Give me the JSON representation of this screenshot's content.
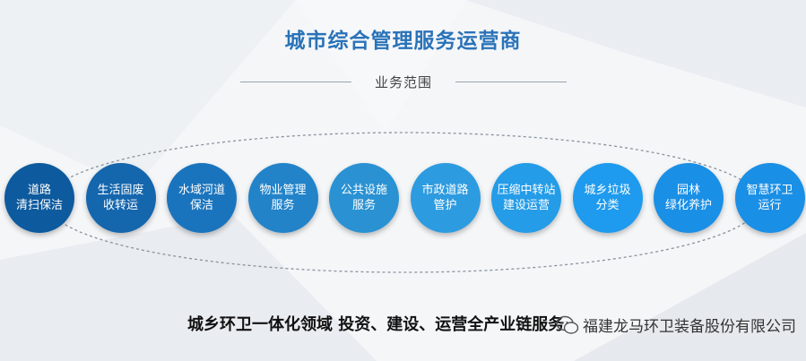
{
  "title": "城市综合管理服务运营商",
  "subtitle": "业务范围",
  "services": [
    {
      "label": "道路\n清扫保洁",
      "color": "#0d5a9e"
    },
    {
      "label": "生活固废\n收转运",
      "color": "#1466ad"
    },
    {
      "label": "水域河道\n保洁",
      "color": "#1a74bd"
    },
    {
      "label": "物业管理\n服务",
      "color": "#2283c9"
    },
    {
      "label": "公共设施\n服务",
      "color": "#2a92d3"
    },
    {
      "label": "市政道路\n管护",
      "color": "#2d9be0"
    },
    {
      "label": "压缩中转站\n建设运营",
      "color": "#249ce8"
    },
    {
      "label": "城乡垃圾\n分类",
      "color": "#1e9bee"
    },
    {
      "label": "园林\n绿化养护",
      "color": "#1a8fe6"
    },
    {
      "label": "智慧环卫\n运行",
      "color": "#1a8fe6"
    }
  ],
  "footer": "城乡环卫一体化领域 投资、建设、运营全产业链服务",
  "watermark": {
    "icon": "wechat-icon",
    "text": "福建龙马环卫装备股份有限公司"
  }
}
